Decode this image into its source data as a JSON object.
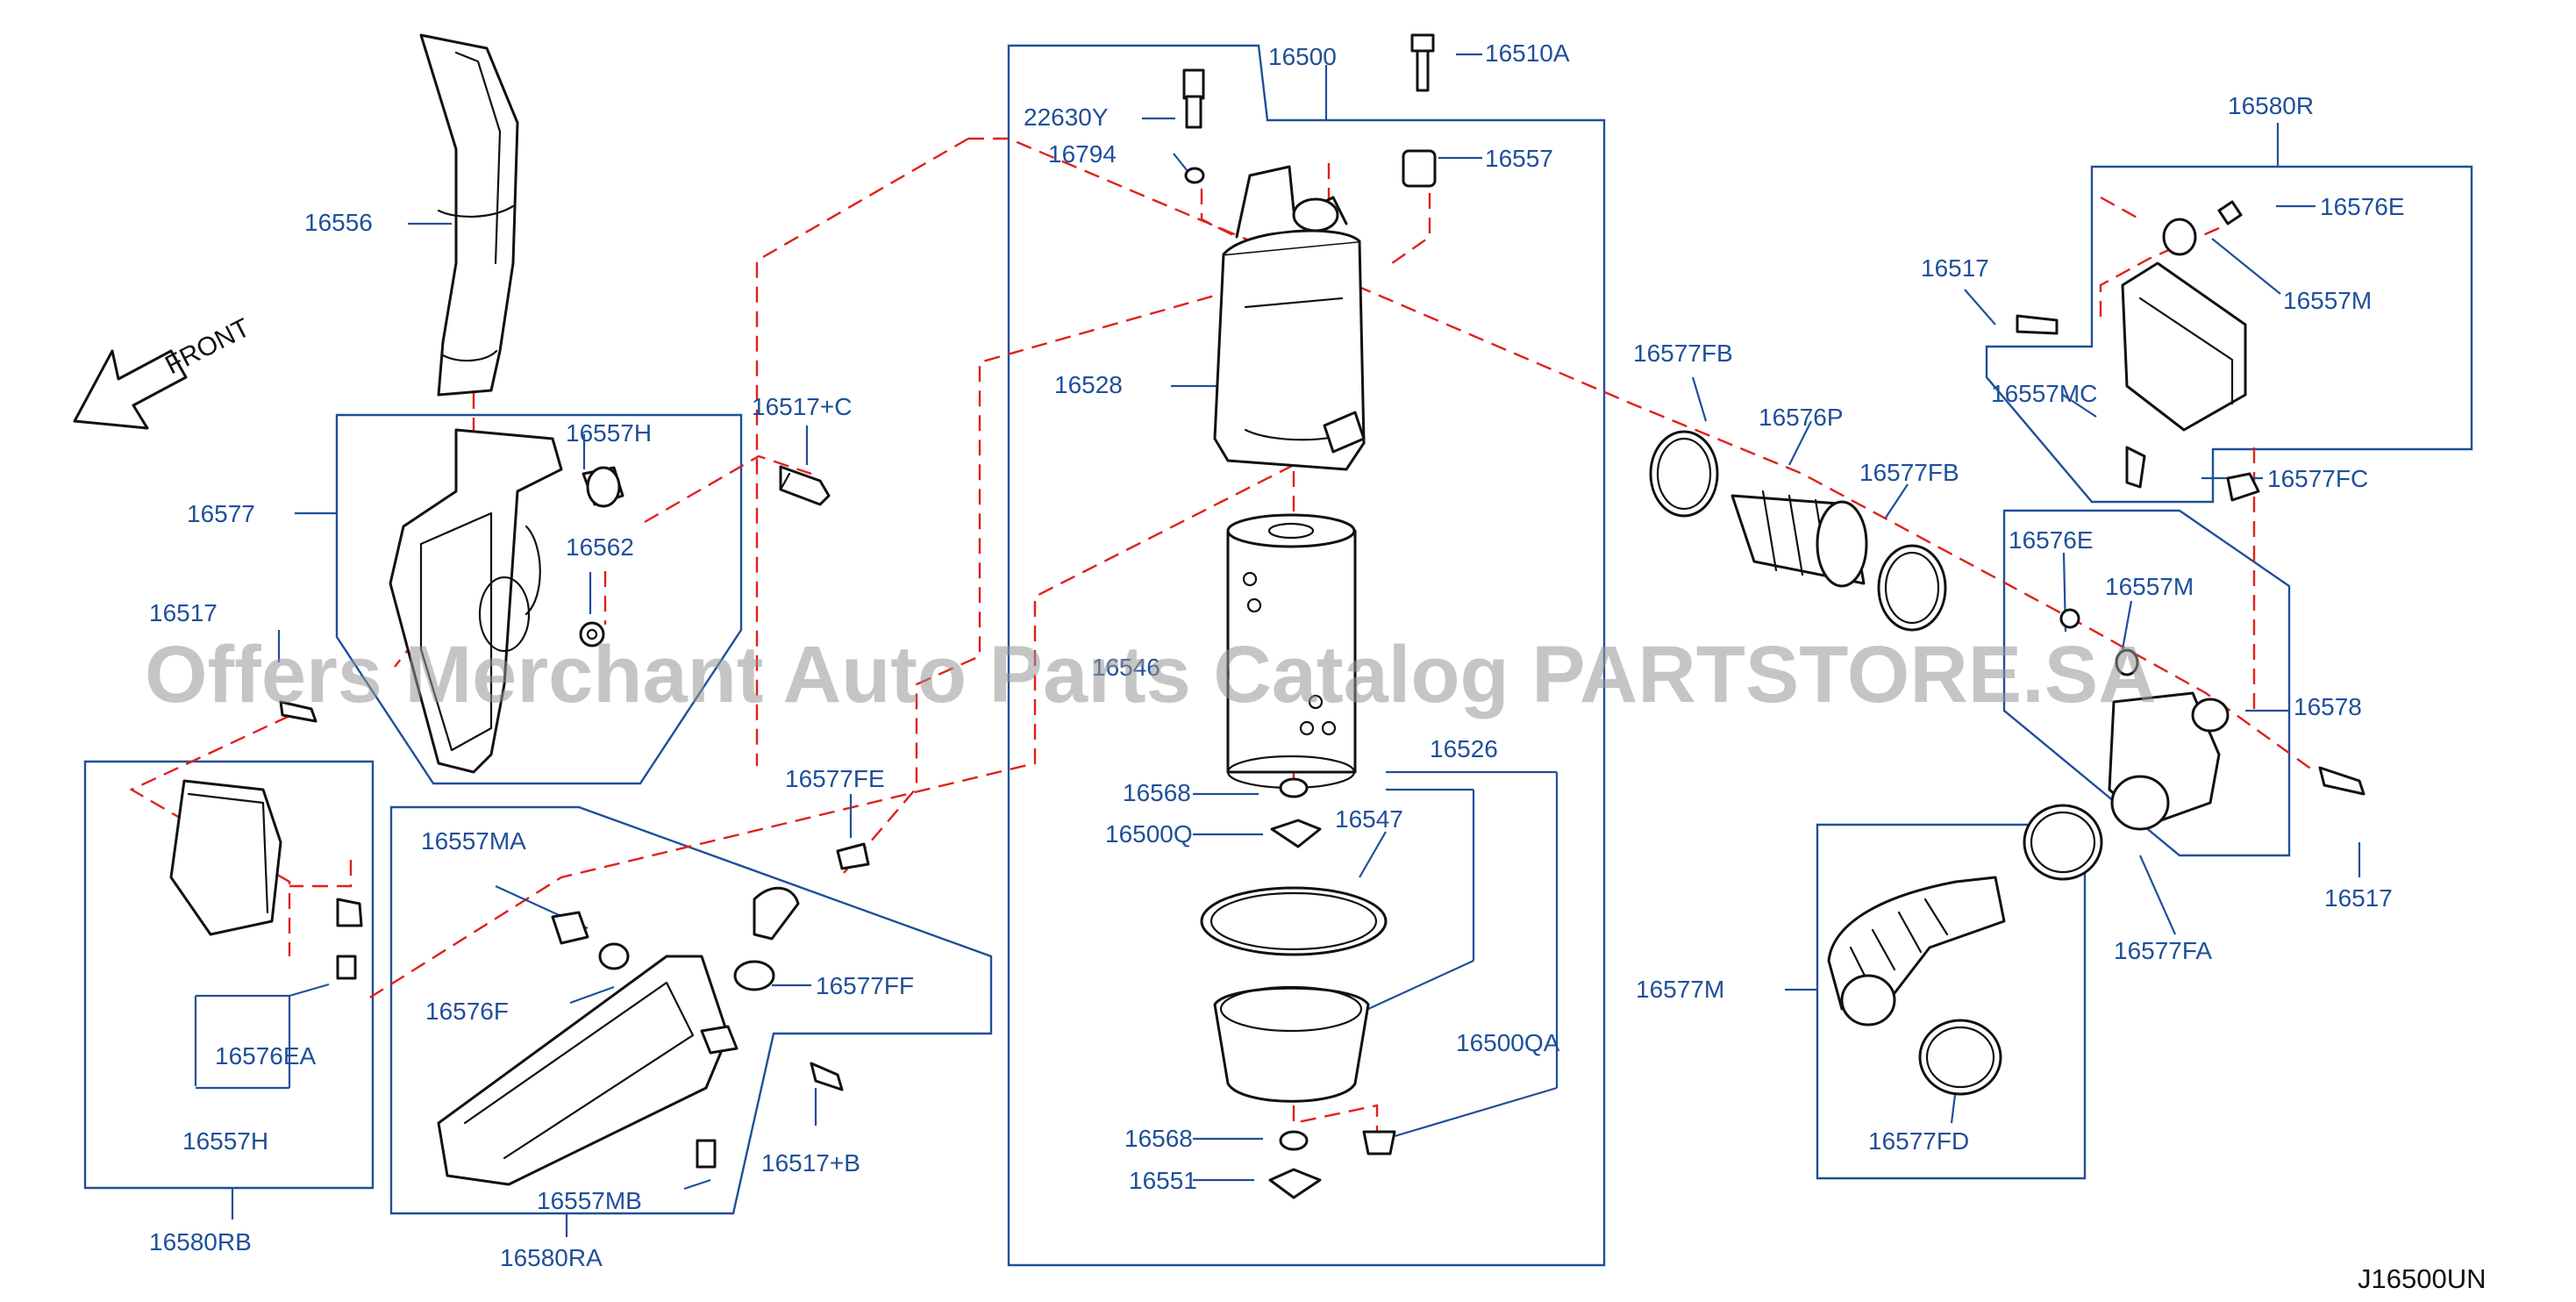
{
  "diagram": {
    "reference_code": "J16500UN",
    "front_label": "FRONT",
    "watermark": "Offers Merchant Auto Parts Catalog PARTSTORE.SA"
  },
  "part_labels": [
    "16500",
    "16510A",
    "22630Y",
    "16794",
    "16557",
    "16528",
    "16556",
    "16577",
    "16557H",
    "16517+C",
    "16562",
    "16517",
    "16580R",
    "16576E",
    "16557M",
    "16517",
    "16557MC",
    "16577FB",
    "16576P",
    "16577FB",
    "16577FC",
    "16576E",
    "16557M",
    "16578",
    "16577FE",
    "16557MA",
    "16576F",
    "16577FF",
    "16517+B",
    "16557MB",
    "16580RA",
    "16576EA",
    "16557H",
    "16580RB",
    "16546",
    "16568",
    "16500Q",
    "16526",
    "16547",
    "16500QA",
    "16568",
    "16551",
    "16577FA",
    "16517",
    "16577M",
    "16577FD"
  ]
}
